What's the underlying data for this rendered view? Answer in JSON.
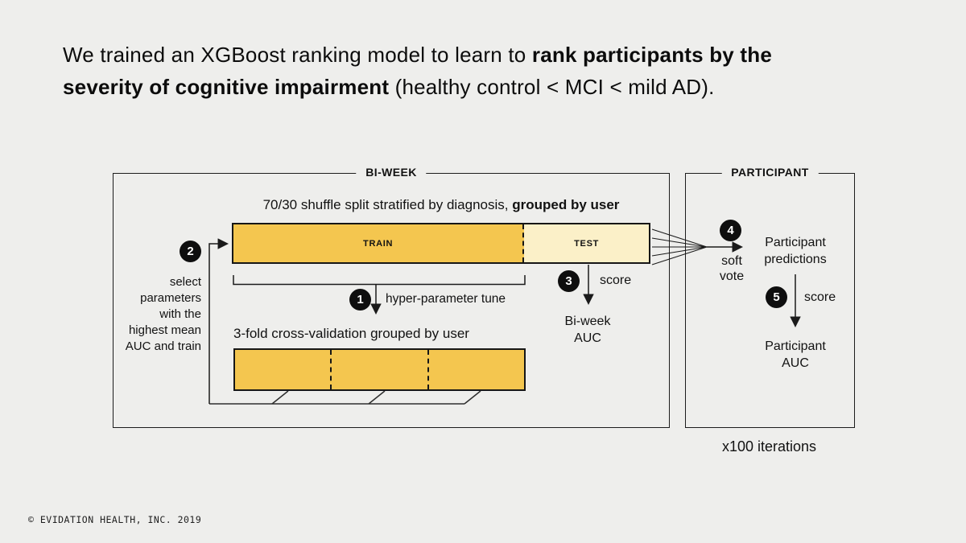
{
  "slide": {
    "title": {
      "line1_normal": "We trained an XGBoost ranking model to learn to ",
      "line1_bold": "rank participants by the",
      "line2_bold": "severity of cognitive impairment",
      "line2_normal": " (healthy control < MCI < mild AD)."
    },
    "footer": "© EVIDATION HEALTH, INC. 2019"
  },
  "colors": {
    "background": "#eeeeec",
    "train_fill": "#f4c64f",
    "test_fill": "#fbf0c8",
    "line": "#1a1a1a",
    "step_circle": "#0e0e0e"
  },
  "steps": [
    "1",
    "2",
    "3",
    "4",
    "5"
  ],
  "biweek_panel": {
    "title": "BI-WEEK",
    "split_caption_normal": "70/30 shuffle split stratified by diagnosis, ",
    "split_caption_bold": "grouped by user",
    "train_label": "TRAIN",
    "test_label": "TEST",
    "select_note_lines": [
      "select",
      "parameters",
      "with the",
      "highest mean",
      "AUC and train"
    ],
    "tune_label": "hyper-parameter tune",
    "cv_caption": "3-fold cross-validation grouped by user",
    "score_label": "score",
    "biweek_auc_lines": [
      "Bi-week",
      "AUC"
    ]
  },
  "participant_panel": {
    "title": "PARTICIPANT",
    "soft_vote_lines": [
      "soft",
      "vote"
    ],
    "predictions_lines": [
      "Participant",
      "predictions"
    ],
    "score_label": "score",
    "auc_lines": [
      "Participant",
      "AUC"
    ],
    "iterations_note": "x100 iterations"
  }
}
